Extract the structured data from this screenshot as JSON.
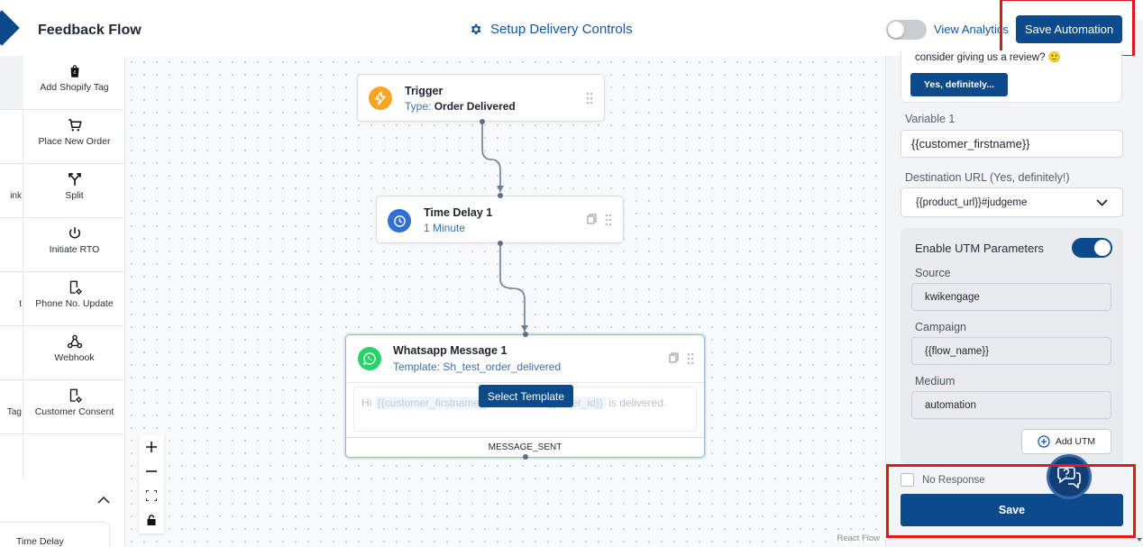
{
  "header": {
    "app_title": "Feedback Flow",
    "setup_link": "Setup Delivery Controls",
    "view_analytics": "View Analytics",
    "save_automation": "Save Automation"
  },
  "palette": {
    "items": [
      {
        "label": "Add Shopify Tag",
        "icon": "shopify-bag-icon"
      },
      {
        "label": "Place New Order",
        "icon": "cart-icon"
      },
      {
        "label": "Split",
        "icon": "split-icon"
      },
      {
        "label": "Initiate RTO",
        "icon": "power-icon"
      },
      {
        "label": "Phone No. Update",
        "icon": "phone-settings-icon"
      },
      {
        "label": "Webhook",
        "icon": "webhook-icon"
      },
      {
        "label": "Customer Consent",
        "icon": "consent-settings-icon"
      }
    ],
    "left_partial": [
      "ink",
      "t",
      "Tag"
    ],
    "bottom_item": "Time Delay"
  },
  "canvas": {
    "nodes": {
      "trigger": {
        "title": "Trigger",
        "sub_label": "Type:",
        "sub_value": "Order Delivered"
      },
      "delay": {
        "title": "Time Delay 1",
        "sub": "1 Minute"
      },
      "whatsapp": {
        "title": "Whatsapp Message 1",
        "sub": "Template: Sh_test_order_delivered",
        "body_pre": "Hi",
        "body_var1": "{{customer_firstname}}",
        "body_var2": "{{order_id}}",
        "body_post": "is delivered.",
        "select_template": "Select Template",
        "footer": "MESSAGE_SENT"
      }
    },
    "attribution": "React Flow"
  },
  "right_panel": {
    "top_card_text": "consider giving us a review? 🙂",
    "yes_button": "Yes, definitely...",
    "variable_label": "Variable 1",
    "variable_value": "{{customer_firstname}}",
    "dest_label": "Destination URL (Yes, definitely!)",
    "dest_value": "{{product_url}}#judgeme",
    "utm": {
      "title": "Enable UTM Parameters",
      "enabled": true,
      "source_label": "Source",
      "source_value": "kwikengage",
      "campaign_label": "Campaign",
      "campaign_value": "{{flow_name}}",
      "medium_label": "Medium",
      "medium_value": "automation",
      "add_utm": "Add UTM"
    },
    "no_response": "No Response",
    "save": "Save"
  },
  "colors": {
    "primary": "#0d4a8b",
    "link": "#1557a0",
    "highlight": "#e0191c",
    "trigger_orange": "#f5a623",
    "delay_blue": "#2f6fd6",
    "whatsapp_green": "#25d366"
  }
}
